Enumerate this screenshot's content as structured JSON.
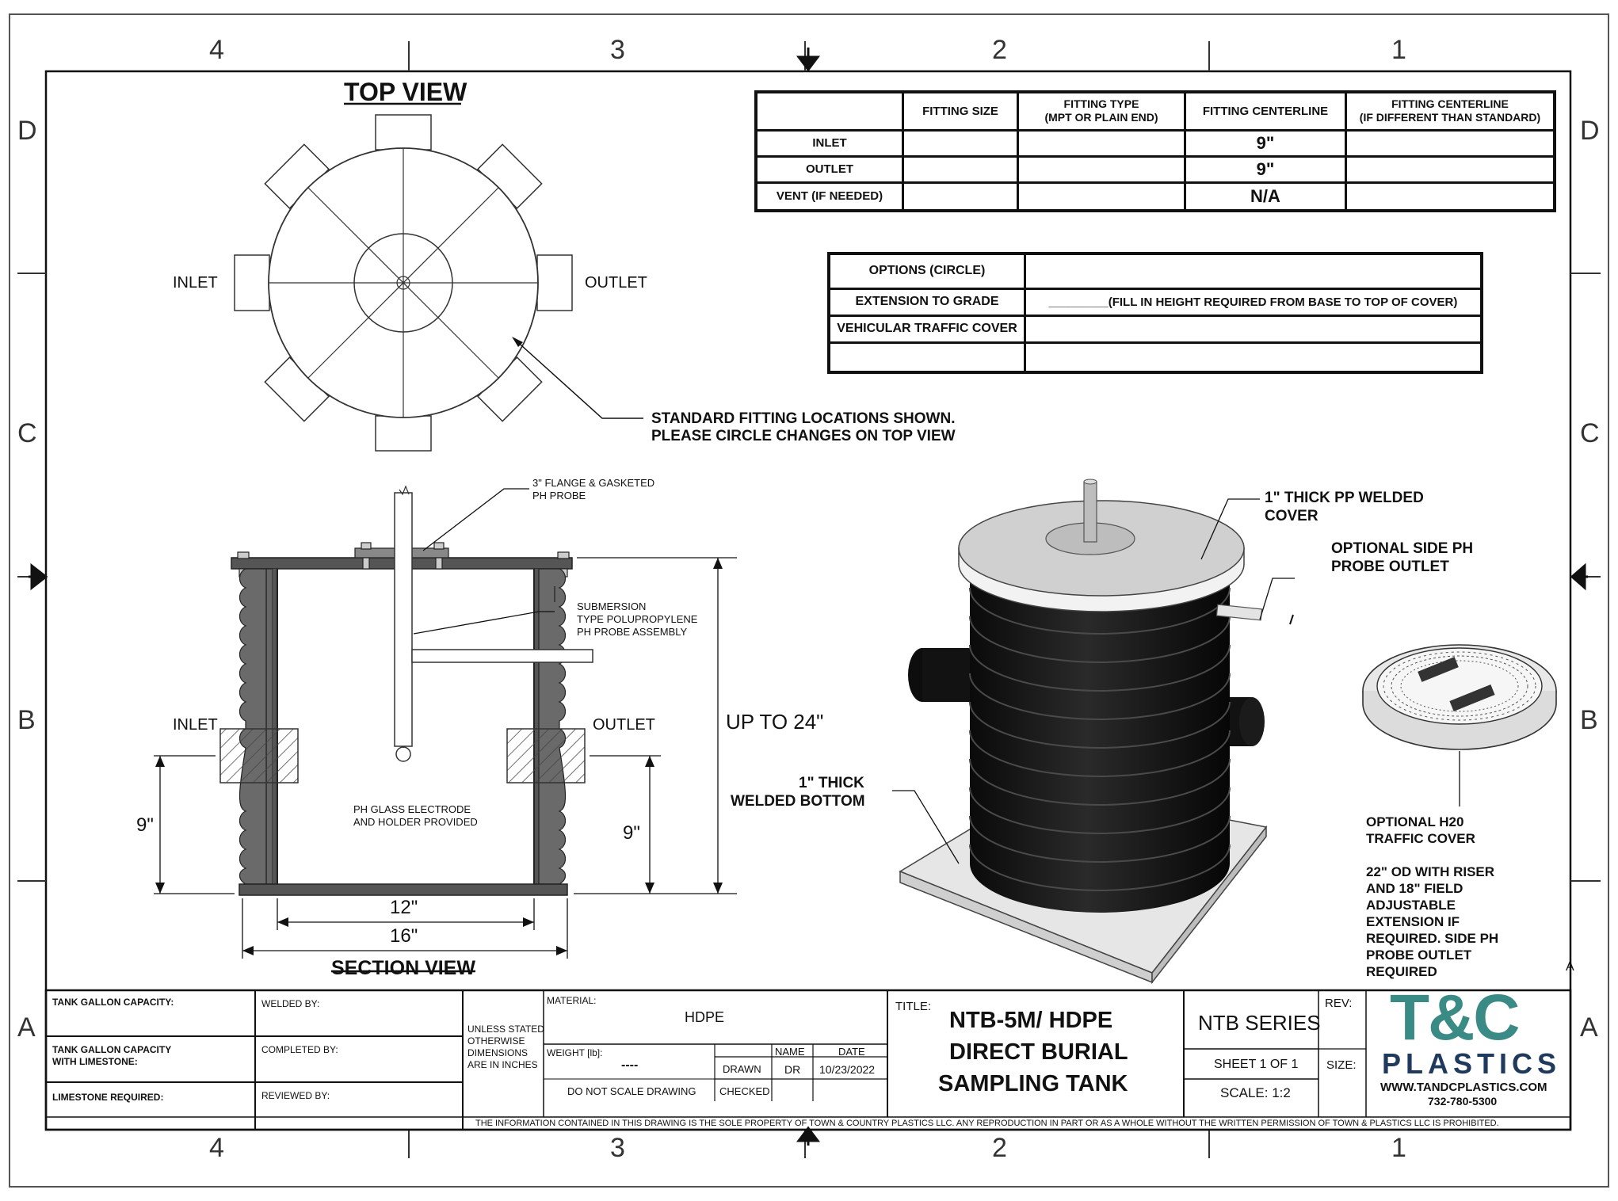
{
  "zones": {
    "columns": [
      "4",
      "3",
      "2",
      "1"
    ],
    "rows": [
      "D",
      "C",
      "B",
      "A"
    ]
  },
  "top_view": {
    "title": "TOP VIEW",
    "inlet_label": "INLET",
    "outlet_label": "OUTLET",
    "note_line1": "STANDARD FITTING LOCATIONS SHOWN.",
    "note_line2": "PLEASE CIRCLE CHANGES ON TOP VIEW"
  },
  "fitting_table": {
    "headers": [
      "",
      "FITTING SIZE",
      "FITTING TYPE\n(MPT OR PLAIN END)",
      "FITTING CENTERLINE",
      "FITTING CENTERLINE\n(IF DIFFERENT THAN STANDARD)"
    ],
    "rows": [
      {
        "name": "INLET",
        "size": "",
        "type": "",
        "centerline": "9\"",
        "alt": ""
      },
      {
        "name": "OUTLET",
        "size": "",
        "type": "",
        "centerline": "9\"",
        "alt": ""
      },
      {
        "name": "VENT (IF NEEDED)",
        "size": "",
        "type": "",
        "centerline": "N/A",
        "alt": ""
      }
    ]
  },
  "options_table": {
    "rows": [
      {
        "label": "OPTIONS (CIRCLE)",
        "value": ""
      },
      {
        "label": "EXTENSION TO GRADE",
        "value": "_________(FILL IN HEIGHT REQUIRED FROM BASE TO TOP OF COVER)"
      },
      {
        "label": "VEHICULAR TRAFFIC COVER",
        "value": ""
      },
      {
        "label": "",
        "value": ""
      }
    ]
  },
  "section_view": {
    "title": "SECTION VIEW",
    "flange_note_line1": "3\" FLANGE & GASKETED",
    "flange_note_line2": "PH PROBE",
    "probe_note_line1": "SUBMERSION",
    "probe_note_line2": "TYPE POLUPROPYLENE",
    "probe_note_line3": "PH PROBE ASSEMBLY",
    "electrode_line1": "PH GLASS ELECTRODE",
    "electrode_line2": "AND HOLDER PROVIDED",
    "inlet_label": "INLET",
    "outlet_label": "OUTLET",
    "dim_inlet": "9\"",
    "dim_outlet": "9\"",
    "dim_height": "UP TO 24\"",
    "dim_inner": "12\"",
    "dim_outer": "16\""
  },
  "iso_view": {
    "cover_line1": "1\" THICK PP WELDED",
    "cover_line2": "COVER",
    "side_line1": "OPTIONAL SIDE PH",
    "side_line2": "PROBE OUTLET",
    "bottom_line1": "1\" THICK",
    "bottom_line2": "WELDED BOTTOM",
    "traffic_lines": [
      "OPTIONAL H20",
      "TRAFFIC COVER",
      "",
      "22\" OD WITH RISER",
      "AND 18\" FIELD",
      "ADJUSTABLE",
      "EXTENSION IF",
      "REQUIRED. SIDE PH",
      "PROBE OUTLET",
      "REQUIRED"
    ],
    "corner_mark": "A"
  },
  "title_block": {
    "tank_capacity": "TANK GALLON CAPACITY:",
    "tank_capacity_ls_line1": "TANK GALLON CAPACITY",
    "tank_capacity_ls_line2": "WITH LIMESTONE:",
    "limestone": "LIMESTONE REQUIRED:",
    "welded_by": "WELDED BY:",
    "completed_by": "COMPLETED BY:",
    "reviewed_by": "REVIEWED BY:",
    "unless_lines": [
      "UNLESS STATED",
      "OTHERWISE",
      "DIMENSIONS",
      "ARE IN INCHES"
    ],
    "material_label": "MATERIAL:",
    "material": "HDPE",
    "weight_label": "WEIGHT [lb]:",
    "weight": "----",
    "name_label": "NAME",
    "date_label": "DATE",
    "drawn_label": "DRAWN",
    "drawn_name": "DR",
    "drawn_date": "10/23/2022",
    "checked_label": "CHECKED",
    "do_not_scale": "DO NOT SCALE DRAWING",
    "title_label": "TITLE:",
    "title_lines": [
      "NTB-5M/ HDPE",
      "DIRECT BURIAL",
      "SAMPLING TANK"
    ],
    "series": "NTB SERIES",
    "sheet": "SHEET 1 OF 1",
    "scale": "SCALE: 1:2",
    "rev_label": "REV:",
    "size_label": "SIZE:",
    "logo_top": "T&C",
    "logo_bottom": "PLASTICS",
    "website": "WWW.TANDCPLASTICS.COM",
    "phone": "732-780-5300",
    "disclaimer": "THE INFORMATION CONTAINED IN THIS DRAWING IS THE SOLE PROPERTY OF TOWN & COUNTRY PLASTICS LLC.  ANY REPRODUCTION IN PART OR AS A WHOLE WITHOUT THE WRITTEN PERMISSION OF TOWN & PLASTICS LLC IS PROHIBITED."
  },
  "colors": {
    "logo_teal": "#3a8a86",
    "logo_navy": "#1f3a5c",
    "tank_black": "#141414",
    "pad_grey": "#e2e2e2"
  }
}
